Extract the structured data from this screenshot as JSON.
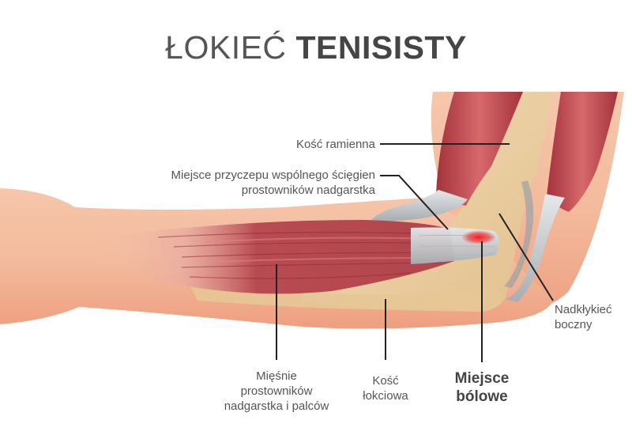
{
  "title": {
    "light": "ŁOKIEĆ",
    "bold": "TENISISTY"
  },
  "labels": {
    "humerus": "Kość ramienna",
    "tendon_attachment_line1": "Miejsce przyczepu wspólnego ścięgien",
    "tendon_attachment_line2": "prostowników nadgarstka",
    "extensor_muscles_line1": "Mięśnie",
    "extensor_muscles_line2": "prostowników",
    "extensor_muscles_line3": "nadgarstka i palców",
    "ulna_line1": "Kość",
    "ulna_line2": "łokciowa",
    "pain_site_line1": "Miejsce",
    "pain_site_line2": "bólowe",
    "lateral_epicondyle_line1": "Nadkłykieć",
    "lateral_epicondyle_line2": "boczny"
  },
  "colors": {
    "skin": "#f2b99b",
    "skin_light": "#f7cdb4",
    "bone": "#ecd3a8",
    "muscle": "#b3454d",
    "muscle_light": "#d46a6e",
    "tendon": "#cfd2d4",
    "pain": "#ee2a2a",
    "leader_line": "#222222",
    "title": "#4a4a4a"
  }
}
